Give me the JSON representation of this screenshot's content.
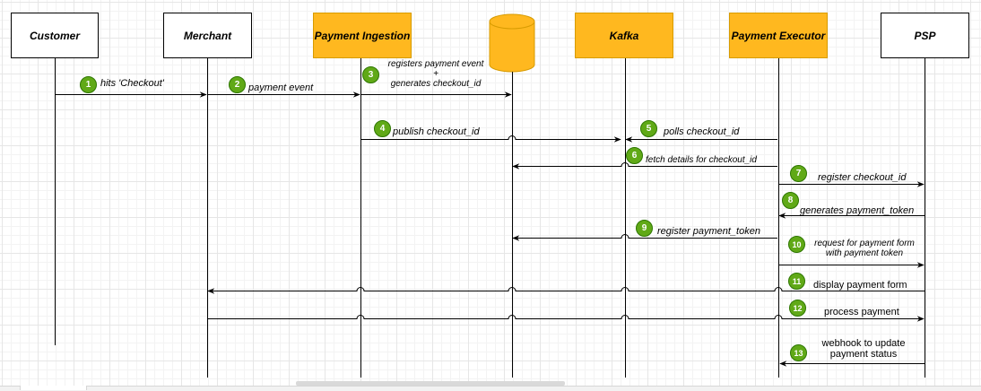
{
  "actors": {
    "customer": "Customer",
    "merchant": "Merchant",
    "payment_ingestion": "Payment Ingestion",
    "kafka": "Kafka",
    "payment_executor": "Payment Executor",
    "psp": "PSP"
  },
  "steps": [
    {
      "num": "1",
      "label": "hits 'Checkout'"
    },
    {
      "num": "2",
      "label": "payment event"
    },
    {
      "num": "3",
      "label_line1": "registers payment event",
      "label_line2": "+",
      "label_line3": "generates checkout_id"
    },
    {
      "num": "4",
      "label": "publish checkout_id"
    },
    {
      "num": "5",
      "label": "polls checkout_id"
    },
    {
      "num": "6",
      "label": "fetch details for checkout_id"
    },
    {
      "num": "7",
      "label": "register checkout_id"
    },
    {
      "num": "8",
      "label": "generates payment_token"
    },
    {
      "num": "9",
      "label": "register payment_token"
    },
    {
      "num": "10",
      "label_line1": "request for payment form",
      "label_line2": "with payment token"
    },
    {
      "num": "11",
      "label": "display payment form"
    },
    {
      "num": "12",
      "label": "process payment"
    },
    {
      "num": "13",
      "label_line1": "webhook to update",
      "label_line2": "payment status"
    }
  ],
  "colors": {
    "actor_highlight": "#ffb81f",
    "actor_highlight_border": "#d79b00",
    "database_fill": "#ffb81f",
    "badge_fill": "#60a917",
    "badge_border": "#2d7600",
    "line": "#000000"
  }
}
